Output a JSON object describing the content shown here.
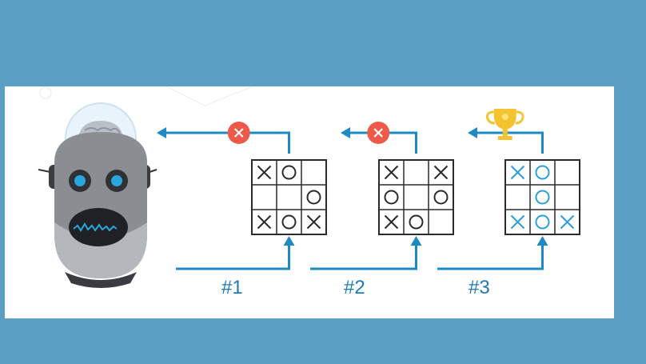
{
  "colors": {
    "background": "#5b9fc4",
    "panel": "#ffffff",
    "arrow": "#1e8ac4",
    "fail_badge": "#ee5a4a",
    "trophy": "#f4c430",
    "board_line": "#2b2b2b",
    "board_win_mark": "#2c9fd9",
    "robot_body": "#8a8d92",
    "robot_eye": "#29a6dd"
  },
  "icons": {
    "robot": "robot-icon",
    "fail": "x-circle-icon",
    "success": "trophy-icon"
  },
  "attempts": [
    {
      "label": "#1",
      "result": "fail",
      "board": [
        [
          "X",
          "O",
          ""
        ],
        [
          "",
          "",
          "O"
        ],
        [
          "X",
          "O",
          "X"
        ]
      ]
    },
    {
      "label": "#2",
      "result": "fail",
      "board": [
        [
          "X",
          "",
          "X"
        ],
        [
          "O",
          "",
          "O"
        ],
        [
          "X",
          "O",
          ""
        ]
      ]
    },
    {
      "label": "#3",
      "result": "win",
      "board": [
        [
          "X",
          "O",
          ""
        ],
        [
          "",
          "O",
          ""
        ],
        [
          "X",
          "O",
          "X"
        ]
      ]
    }
  ]
}
